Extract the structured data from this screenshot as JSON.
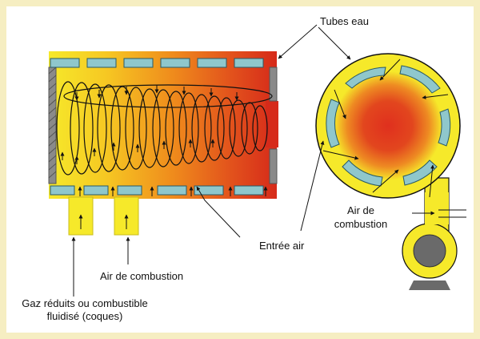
{
  "labels": {
    "water_tubes": "Tubes eau",
    "combustion_air_left": "Air de combustion",
    "fuel_line1": "Gaz réduits ou combustible",
    "fuel_line2": "fluidisé (coques)",
    "air_inlet": "Entrée air",
    "combustion_air_right_line1": "Air de",
    "combustion_air_right_line2": "combustion"
  },
  "colors": {
    "background": "#f6eec2",
    "border": "#e2d8a0",
    "panel": "#ffffff",
    "casing": "#f6e92a",
    "tube": "#8fc7cc",
    "wall": "#8a8a8a",
    "flame_core": "#e0301e",
    "flame_edge": "#f6e92a",
    "fan": "#6a6a6a"
  }
}
